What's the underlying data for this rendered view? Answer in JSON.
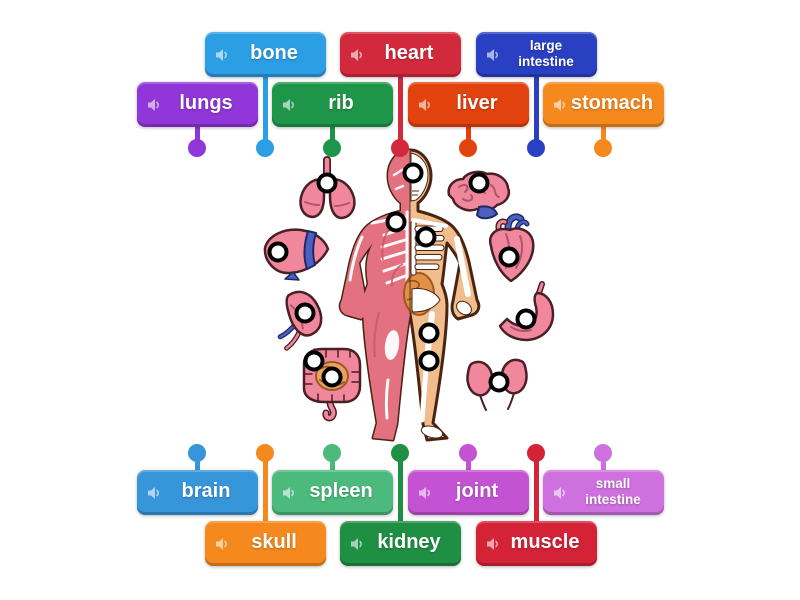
{
  "activity": {
    "type": "labelled-diagram",
    "background": "#ffffff"
  },
  "icons": {
    "label_audio": "speaker-icon"
  },
  "hotspot_style": {
    "fill": "#ffffff",
    "ring": "#000000"
  },
  "labels": [
    {
      "id": "bone",
      "text": "bone",
      "color": "#2b9ee4",
      "row": "top-1"
    },
    {
      "id": "heart",
      "text": "heart",
      "color": "#d22a3c",
      "row": "top-1"
    },
    {
      "id": "large-intestine",
      "text": "large intestine",
      "color": "#2a40c2",
      "row": "top-1"
    },
    {
      "id": "lungs",
      "text": "lungs",
      "color": "#9136d8",
      "row": "top-2"
    },
    {
      "id": "rib",
      "text": "rib",
      "color": "#1f9549",
      "row": "top-2"
    },
    {
      "id": "liver",
      "text": "liver",
      "color": "#e2420e",
      "row": "top-2"
    },
    {
      "id": "stomach",
      "text": "stomach",
      "color": "#f5891d",
      "row": "top-2"
    },
    {
      "id": "brain",
      "text": "brain",
      "color": "#3795da",
      "row": "bottom-1"
    },
    {
      "id": "spleen",
      "text": "spleen",
      "color": "#4cb97d",
      "row": "bottom-1"
    },
    {
      "id": "joint",
      "text": "joint",
      "color": "#c453d4",
      "row": "bottom-1"
    },
    {
      "id": "small-intestine",
      "text": "small intestine",
      "color": "#ce70de",
      "row": "bottom-1"
    },
    {
      "id": "skull",
      "text": "skull",
      "color": "#f5891d",
      "row": "bottom-2"
    },
    {
      "id": "kidney",
      "text": "kidney",
      "color": "#1f8f44",
      "row": "bottom-2"
    },
    {
      "id": "muscle",
      "text": "muscle",
      "color": "#d42336",
      "row": "bottom-2"
    }
  ],
  "illustration": {
    "description": "human figure, left half muscle and right half skeleton, surrounded by organs",
    "organs": [
      "lungs",
      "brain",
      "liver",
      "heart",
      "spleen",
      "stomach",
      "intestines",
      "kidneys"
    ],
    "hotspots": [
      "skull",
      "lungs",
      "brain",
      "muscle",
      "rib",
      "liver",
      "heart",
      "spleen",
      "stomach",
      "bone",
      "large-intestine",
      "joint",
      "small-intestine",
      "kidney"
    ],
    "colors": {
      "skin": "#f2bd8c",
      "muscle": "#e4717f",
      "organ_pink": "#f0879d",
      "outline": "#4a2413",
      "organ_outline": "#4a1f26",
      "bone_white": "#ffffff",
      "intestine_orange": "#e8a45c",
      "vessel_blue": "#4d5fc0"
    }
  }
}
